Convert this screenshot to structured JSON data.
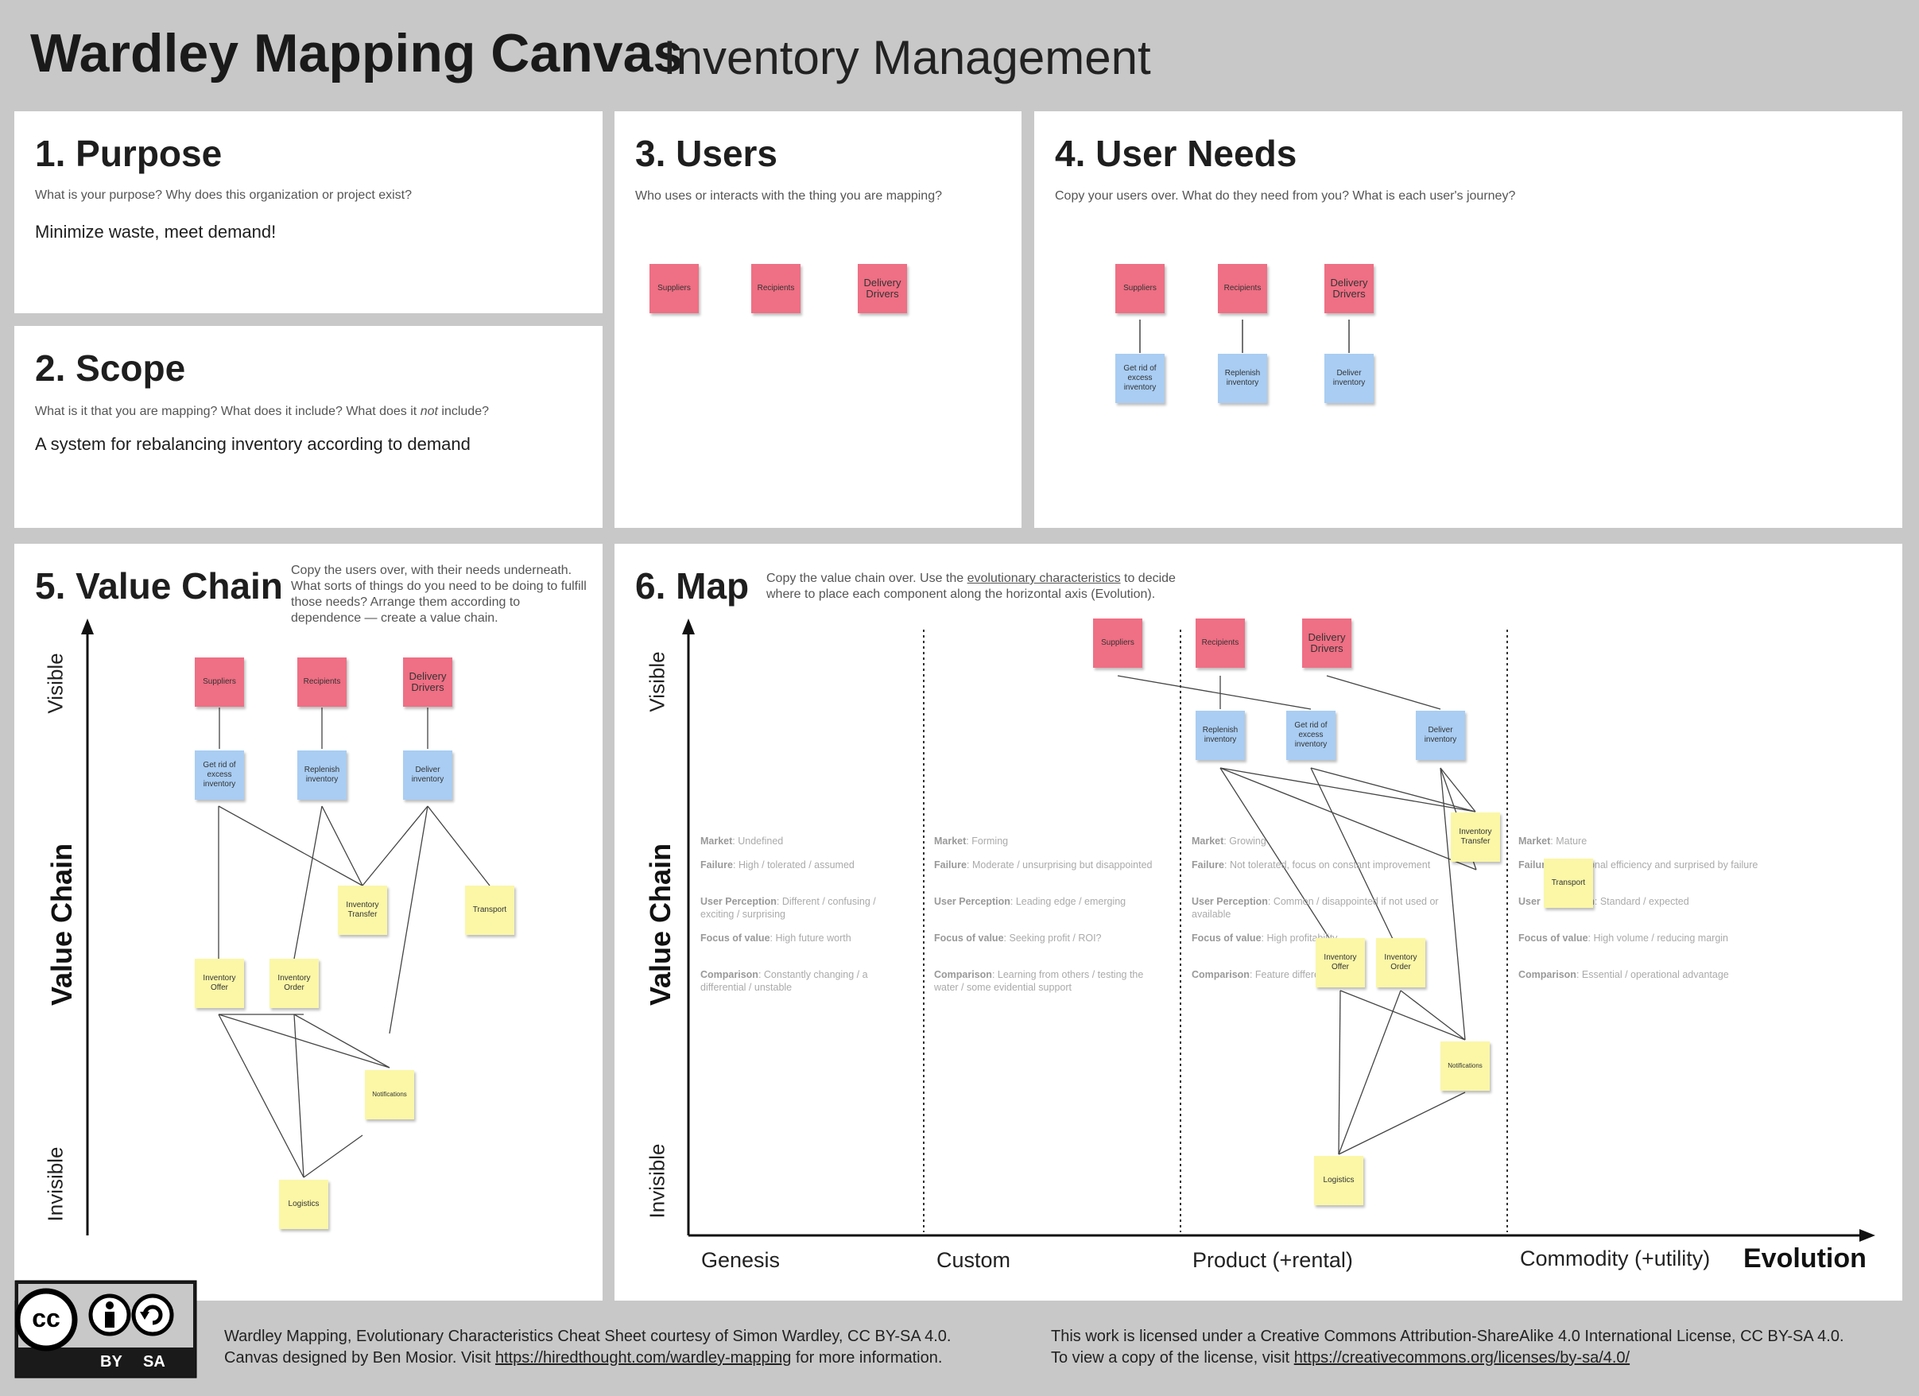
{
  "header": {
    "title": "Wardley Mapping Canvas",
    "subtitle": "Inventory Management"
  },
  "purpose": {
    "heading": "1. Purpose",
    "question": "What is your purpose? Why does this organization or project exist?",
    "answer": "Minimize waste, meet demand!"
  },
  "scope": {
    "heading": "2. Scope",
    "question_before": "What is it that you are mapping? What does it include? What does it ",
    "question_em": "not",
    "question_after": " include?",
    "answer": "A system for rebalancing inventory according to demand"
  },
  "users": {
    "heading": "3. Users",
    "question": "Who uses or interacts with the thing you are mapping?",
    "items": [
      "Suppliers",
      "Recipients",
      "Delivery Drivers"
    ]
  },
  "user_needs": {
    "heading": "4. User Needs",
    "question": "Copy your users over. What do they need from you? What is each user's journey?",
    "users": [
      "Suppliers",
      "Recipients",
      "Delivery Drivers"
    ],
    "needs": [
      "Get rid of excess inventory",
      "Replenish inventory",
      "Deliver inventory"
    ]
  },
  "value_chain": {
    "heading": "5. Value Chain",
    "hint": "Copy the users over, with their needs underneath. What sorts of things do you need to be doing to fulfill those needs? Arrange them according to dependence — create a value chain.",
    "axis_visible": "Visible",
    "axis_title": "Value Chain",
    "axis_invisible": "Invisible",
    "users": [
      "Suppliers",
      "Recipients",
      "Delivery Drivers"
    ],
    "needs": [
      "Get rid of excess inventory",
      "Replenish inventory",
      "Deliver inventory"
    ],
    "components": {
      "inventory_transfer": "Inventory Transfer",
      "transport": "Transport",
      "inventory_offer": "Inventory Offer",
      "inventory_order": "Inventory Order",
      "notifications": "Notifications",
      "logistics": "Logistics"
    }
  },
  "map": {
    "heading": "6. Map",
    "hint_before": "Copy the value chain over. Use the ",
    "hint_link": "evolutionary characteristics",
    "hint_after": " to decide",
    "hint_line2": "where to place each component along the horizontal axis (Evolution).",
    "axis_visible": "Visible",
    "axis_title": "Value Chain",
    "axis_invisible": "Invisible",
    "evolution_title": "Evolution",
    "stages": [
      "Genesis",
      "Custom",
      "Product (+rental)",
      "Commodity (+utility)"
    ],
    "characteristics": [
      {
        "market": "Undefined",
        "failure": "High / tolerated / assumed",
        "perception": "Different / confusing / exciting / surprising",
        "focus": "High future worth",
        "comparison": "Constantly changing / a differential / unstable"
      },
      {
        "market": "Forming",
        "failure": "Moderate / unsurprising but disappointed",
        "perception": "Leading edge / emerging",
        "focus": "Seeking profit / ROI?",
        "comparison": "Learning from others / testing the water / some evidential support"
      },
      {
        "market": "Growing",
        "failure": "Not tolerated, focus on constant improvement",
        "perception": "Common / disappointed if not used or available",
        "focus": "High profitability",
        "comparison": "Feature difference"
      },
      {
        "market": "Mature",
        "failure": "Operational efficiency and surprised by failure",
        "perception": "Standard / expected",
        "focus": "High volume / reducing margin",
        "comparison": "Essential / operational advantage"
      }
    ],
    "char_labels": {
      "market": "Market",
      "failure": "Failure",
      "perception": "User Perception",
      "focus": "Focus of value",
      "comparison": "Comparison"
    },
    "users": [
      "Suppliers",
      "Recipients",
      "Delivery Drivers"
    ],
    "needs": [
      "Replenish inventory",
      "Get rid of excess inventory",
      "Deliver inventory"
    ],
    "components": {
      "inventory_transfer": "Inventory Transfer",
      "transport": "Transport",
      "inventory_offer": "Inventory Offer",
      "inventory_order": "Inventory Order",
      "notifications": "Notifications",
      "logistics": "Logistics"
    }
  },
  "footer": {
    "cc_label": "cc",
    "by_label": "BY",
    "sa_label": "SA",
    "credit_line1": "Wardley Mapping, Evolutionary Characteristics Cheat Sheet courtesy of Simon Wardley, CC BY-SA 4.0.",
    "credit_line2_before": "Canvas designed by Ben Mosior. Visit ",
    "credit_link": "https://hiredthought.com/wardley-mapping",
    "credit_line2_after": " for more information.",
    "license_line1": "This work is licensed under a Creative Commons Attribution-ShareAlike 4.0 International License, CC BY-SA 4.0.",
    "license_line2_before": "To view a copy of the license, visit ",
    "license_link": "https://creativecommons.org/licenses/by-sa/4.0/"
  }
}
